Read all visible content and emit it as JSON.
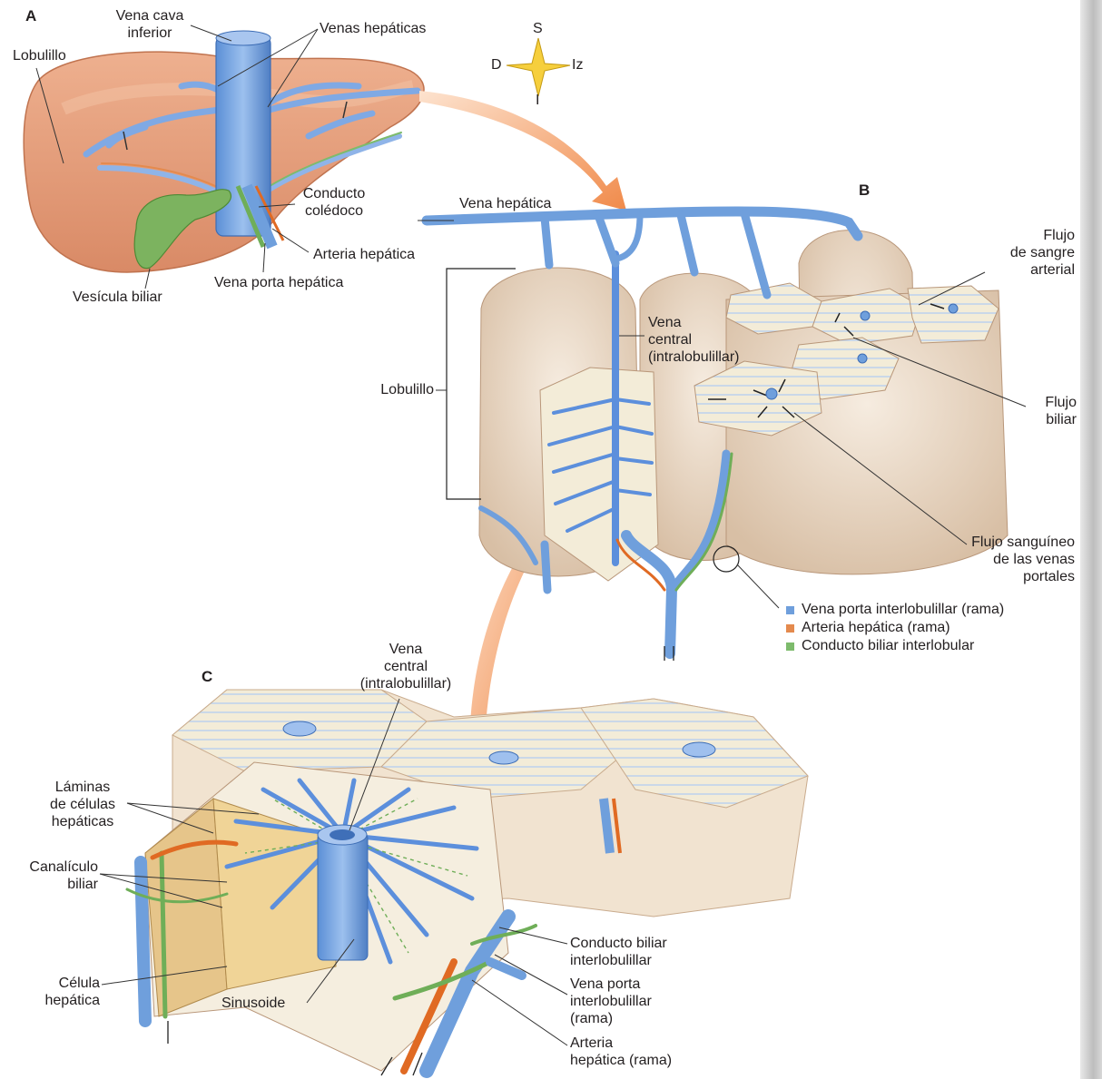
{
  "panels": {
    "a": "A",
    "b": "B",
    "c": "C"
  },
  "compass": {
    "s": "S",
    "d": "D",
    "iz": "Iz",
    "i": "I"
  },
  "labels_a": {
    "vena_cava": "Vena cava\ninferior",
    "venas_hepaticas": "Venas hepáticas",
    "lobulillo": "Lobulillo",
    "conducto_coledoco": "Conducto\ncolédoco",
    "arteria_hepatica": "Arteria hepática",
    "vesicula": "Vesícula biliar",
    "vena_porta": "Vena porta hepática"
  },
  "labels_b": {
    "vena_hepatica": "Vena hepática",
    "vena_central": "Vena\ncentral\n(intralobulillar)",
    "lobulillo": "Lobulillo",
    "flujo_arterial": "Flujo\nde sangre\narterial",
    "flujo_biliar": "Flujo\nbiliar",
    "flujo_portal": "Flujo sanguíneo\nde las venas\nportales"
  },
  "legend": [
    {
      "color": "#6f9fdc",
      "text": "Vena porta interlobulillar (rama)"
    },
    {
      "color": "#e48a4e",
      "text": "Arteria hepática (rama)"
    },
    {
      "color": "#7dbb6c",
      "text": "Conducto biliar interlobular"
    }
  ],
  "labels_c": {
    "vena_central": "Vena\ncentral\n(intralobulillar)",
    "laminas": "Láminas\nde células\nhepáticas",
    "canaliculo": "Canalículo\nbiliar",
    "celula": "Célula\nhepática",
    "sinusoide": "Sinusoide",
    "conducto_biliar": "Conducto biliar\ninterlobulillar",
    "vena_porta": "Vena porta\ninterlobulillar\n(rama)",
    "arteria": "Arteria\nhepática (rama)"
  },
  "colors": {
    "liver": "#e9a27f",
    "lobule": "#ecdcc4",
    "vein_blue": "#6f9fdc",
    "artery_orange": "#e06a23",
    "bile_green": "#6fae58"
  }
}
